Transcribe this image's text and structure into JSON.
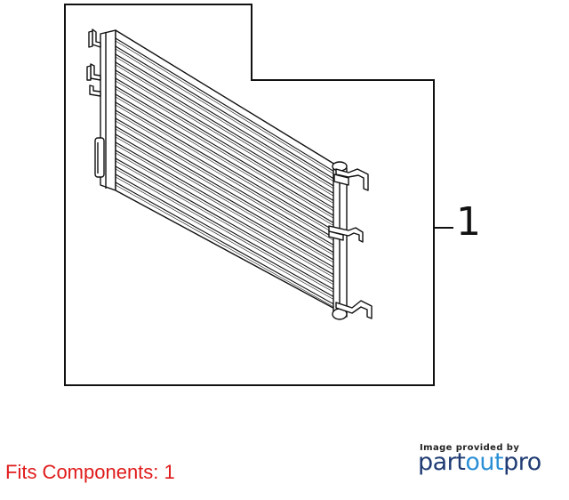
{
  "diagram": {
    "callout_number": "1",
    "part_name": "radiator-condenser-assembly"
  },
  "footer": {
    "fits_text": "Fits Components: 1",
    "provided_by": "Image provided by",
    "brand_part1": "part",
    "brand_part2": "out",
    "brand_part3": "pro"
  },
  "colors": {
    "fits_text": "#e01a1a",
    "brand_dark": "#1f3b73",
    "brand_light": "#2a8fd6"
  }
}
